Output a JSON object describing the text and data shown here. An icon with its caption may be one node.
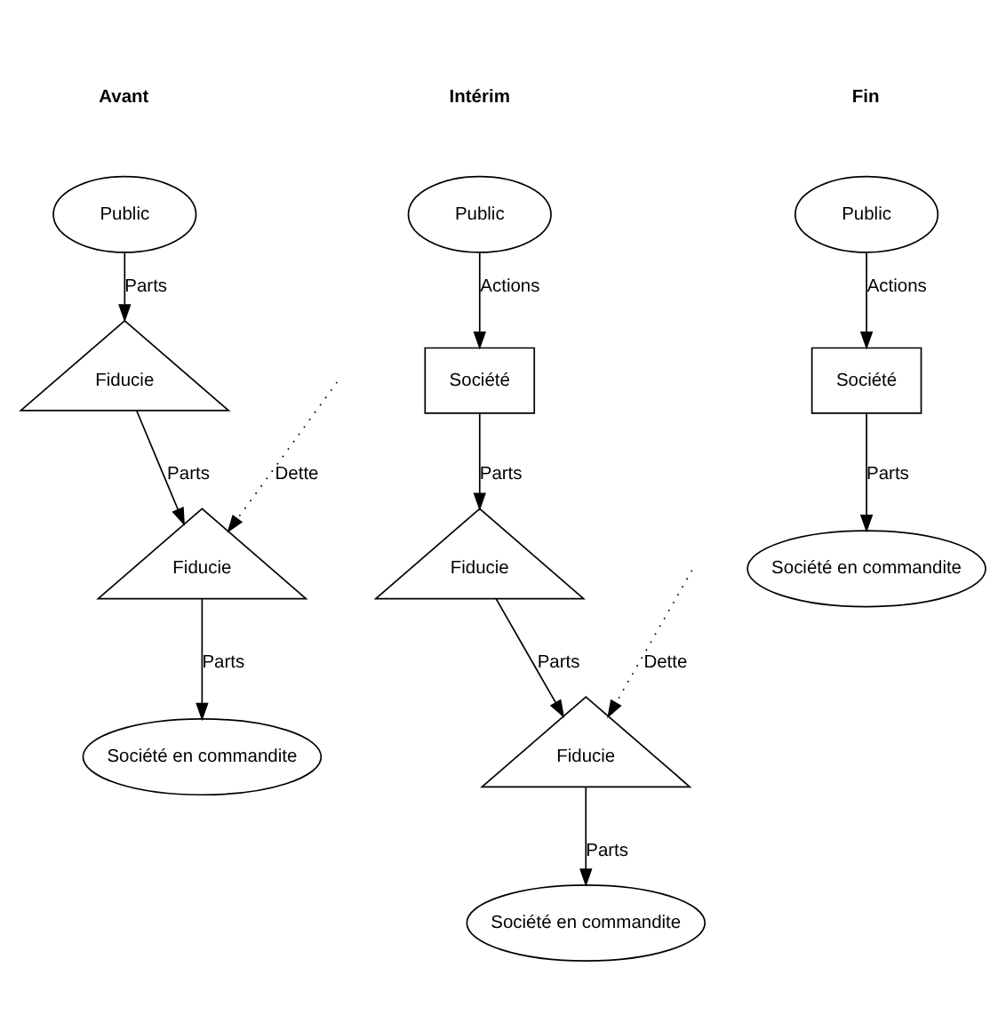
{
  "diagram": {
    "nodes": [
      {
        "text": [
          "Public"
        ]
      },
      {
        "text": [
          "Fiducie"
        ]
      },
      {
        "text": [
          "Fiducie"
        ]
      },
      {
        "text": [
          "Société en commandite"
        ]
      },
      {
        "text": [
          "Public"
        ]
      },
      {
        "text": [
          "Société"
        ]
      },
      {
        "text": [
          "Fiducie"
        ]
      },
      {
        "text": [
          "Fiducie"
        ]
      },
      {
        "text": [
          "Société en commandite"
        ]
      },
      {
        "text": [
          "Public"
        ]
      },
      {
        "text": [
          "Société"
        ]
      },
      {
        "text": [
          "Société en commandite"
        ]
      }
    ],
    "edges": [
      {
        "from": 0,
        "to": 1,
        "arrow": "to",
        "label": "Parts"
      },
      {
        "from": 1,
        "to": 2,
        "arrow": "to",
        "label": "Parts"
      },
      {
        "from": null,
        "to": 2,
        "arrow": "to",
        "label": "Dette",
        "style": "dashed"
      },
      {
        "from": 2,
        "to": 3,
        "arrow": "to",
        "label": "Parts"
      },
      {
        "from": 4,
        "to": 5,
        "arrow": "to",
        "label": "Actions"
      },
      {
        "from": 5,
        "to": 6,
        "arrow": "to",
        "label": "Parts"
      },
      {
        "from": 6,
        "to": 7,
        "arrow": "to",
        "label": "Parts"
      },
      {
        "from": null,
        "to": 7,
        "arrow": "to",
        "label": "Dette",
        "style": "dashed"
      },
      {
        "from": 7,
        "to": 8,
        "arrow": "to",
        "label": "Parts"
      },
      {
        "from": 9,
        "to": 10,
        "arrow": "to",
        "label": "Actions"
      },
      {
        "from": 10,
        "to": 11,
        "arrow": "to",
        "label": "Parts"
      }
    ],
    "labels": [
      "Avant",
      "Intérim",
      "Fin"
    ]
  }
}
